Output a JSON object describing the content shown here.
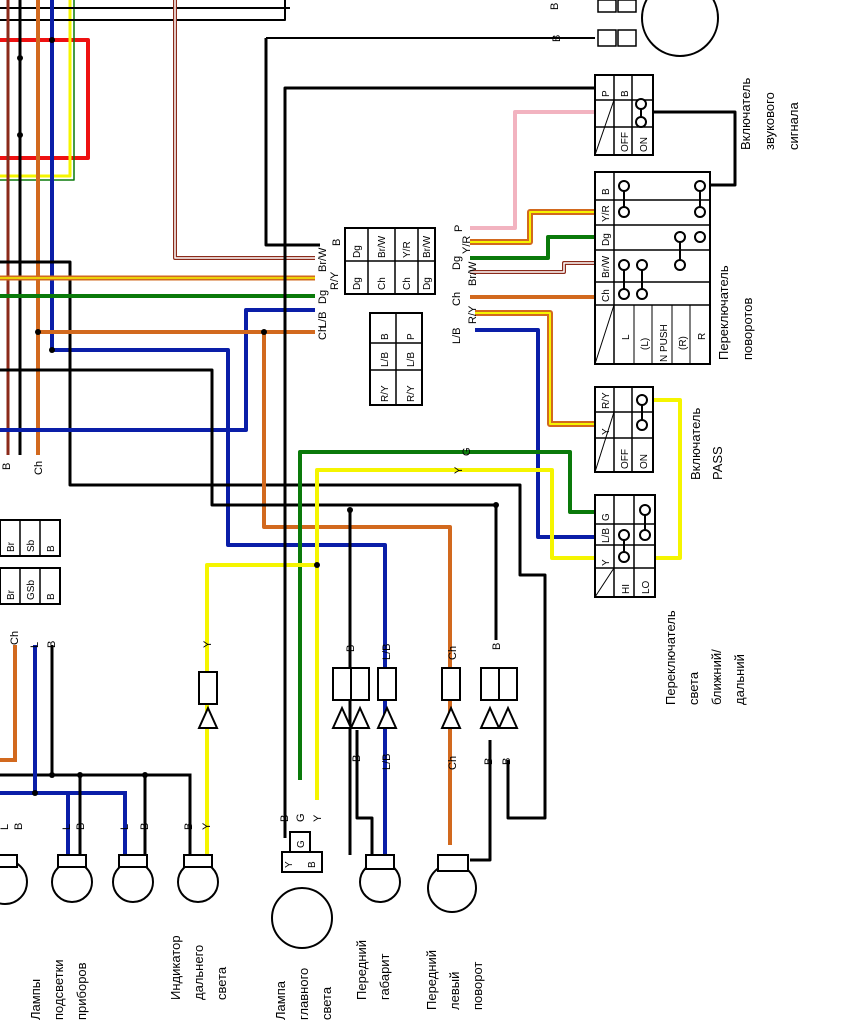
{
  "wire_codes": {
    "b": "B",
    "ch": "Ch",
    "br": "Br",
    "l": "L",
    "y": "Y",
    "g": "G",
    "lb": "L/B",
    "dg": "Dg",
    "ry": "R/Y",
    "brw": "Br/W",
    "yr": "Y/R",
    "p": "P",
    "sb": "Sb",
    "gsb": "GSb"
  },
  "horn_switch": {
    "cols": [
      "P",
      "B"
    ],
    "rows": [
      "OFF",
      "ON"
    ],
    "caption": [
      "Включатель",
      "звукового",
      "сигнала"
    ]
  },
  "turn_switch": {
    "cols": [
      "B",
      "Y/R",
      "Dg",
      "Br/W",
      "Ch"
    ],
    "rows": [
      "L",
      "(L)",
      "N PUSH",
      "(R)",
      "R"
    ],
    "caption": [
      "Переключатель",
      "поворотов"
    ]
  },
  "pass_switch": {
    "cols": [
      "R/Y",
      "Y"
    ],
    "rows": [
      "OFF",
      "ON"
    ],
    "caption": [
      "Включатель",
      "PASS"
    ]
  },
  "dimmer_switch": {
    "cols": [
      "Y",
      "L/B",
      "G"
    ],
    "rows": [
      "HI",
      "LO"
    ],
    "caption": [
      "Переключатель",
      "света",
      "ближний/",
      "дальний"
    ]
  },
  "connector_top": {
    "row1": [
      "Dg",
      "Br/W",
      "Y/R",
      "Br/W"
    ],
    "row2": [
      "Dg",
      "Ch",
      "Ch",
      "Dg"
    ]
  },
  "connector_mid": {
    "row1": [
      "R/Y",
      "L/B",
      "B"
    ],
    "row2": [
      "R/Y",
      "L/B",
      "P"
    ]
  },
  "connector_left": {
    "row1": [
      "Br",
      "Sb",
      "B"
    ],
    "row2": [
      "Br",
      "GSb",
      "B"
    ]
  },
  "headlight_plug": [
    "Y",
    "G",
    "B"
  ],
  "lamp_captions": {
    "instrument": [
      "Лампы",
      "подсветки",
      "приборов"
    ],
    "high_beam": [
      "Индикатор",
      "дальнего",
      "света"
    ],
    "headlight": [
      "Лампа",
      "главного",
      "света"
    ],
    "position": [
      "Передний",
      "габарит"
    ],
    "turn_left": [
      "Передний",
      "левый",
      "поворот"
    ]
  },
  "colors": {
    "red": "#ee1111",
    "yellow": "#f5f500",
    "blue": "#0a1ea8",
    "green": "#0a7a0a",
    "orange": "#d2691e",
    "brown": "#8b2a1a",
    "pink": "#f2b3c0",
    "black": "#000000"
  }
}
